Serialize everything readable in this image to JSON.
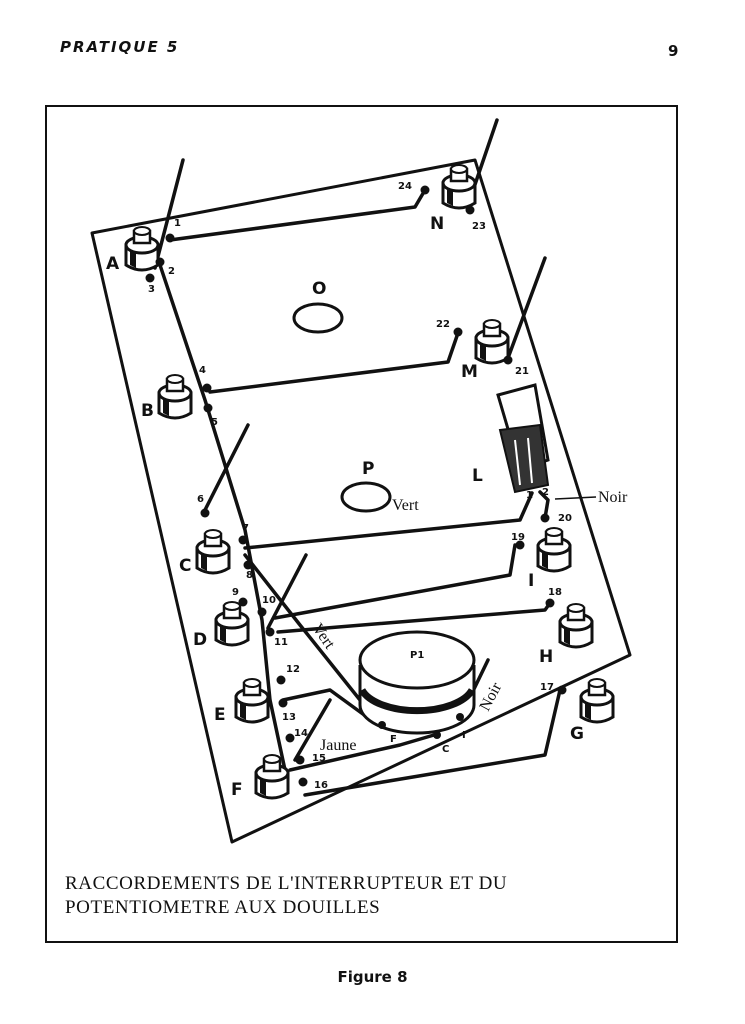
{
  "header": {
    "left": "PRATIQUE 5",
    "page_number": "9"
  },
  "caption": {
    "line1": "RACCORDEMENTS DE L'INTERRUPTEUR ET DU",
    "line2": "POTENTIOMETRE AUX DOUILLES"
  },
  "footer": "Figure 8",
  "diagram": {
    "holes": {
      "O": "O",
      "P": "P"
    },
    "sockets": {
      "A": "A",
      "B": "B",
      "C": "C",
      "D": "D",
      "E": "E",
      "F": "F",
      "G": "G",
      "H": "H",
      "I": "I",
      "L": "L",
      "M": "M",
      "N": "N"
    },
    "potentiometer": {
      "label": "P1",
      "pins": {
        "F": "F",
        "C": "C",
        "I": "I"
      }
    },
    "switch_pins": {
      "p1": "1",
      "p2": "2"
    },
    "wire_labels": {
      "vert_top": "Vert",
      "noir_right": "Noir",
      "vert_diag": "Vert",
      "noir_pot": "Noir",
      "jaune": "Jaune"
    },
    "terminals": [
      "1",
      "2",
      "3",
      "4",
      "5",
      "6",
      "7",
      "8",
      "9",
      "10",
      "11",
      "12",
      "13",
      "14",
      "15",
      "16",
      "17",
      "18",
      "19",
      "20",
      "21",
      "22",
      "23",
      "24"
    ]
  }
}
